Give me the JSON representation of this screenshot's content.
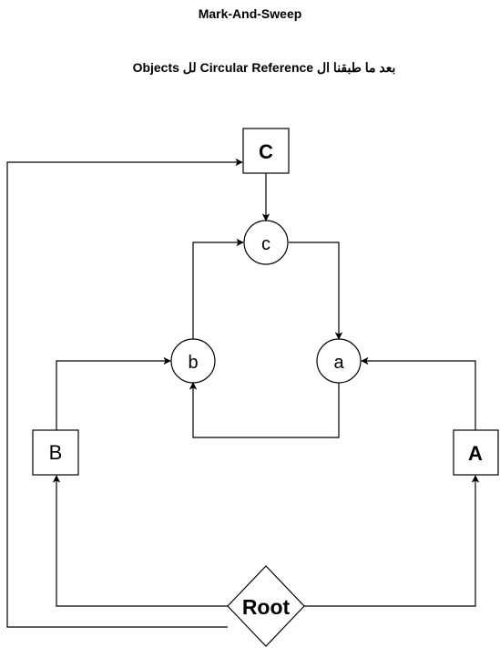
{
  "header": {
    "title": "Mark-And-Sweep",
    "subtitle": "بعد ما طبقنا ال Circular Reference لل Objects"
  },
  "nodes": {
    "root": "Root",
    "big_a": "A",
    "big_b": "B",
    "big_c": "C",
    "small_a": "a",
    "small_b": "b",
    "small_c": "c"
  },
  "colors": {
    "stroke": "#000000",
    "fill": "#ffffff"
  }
}
